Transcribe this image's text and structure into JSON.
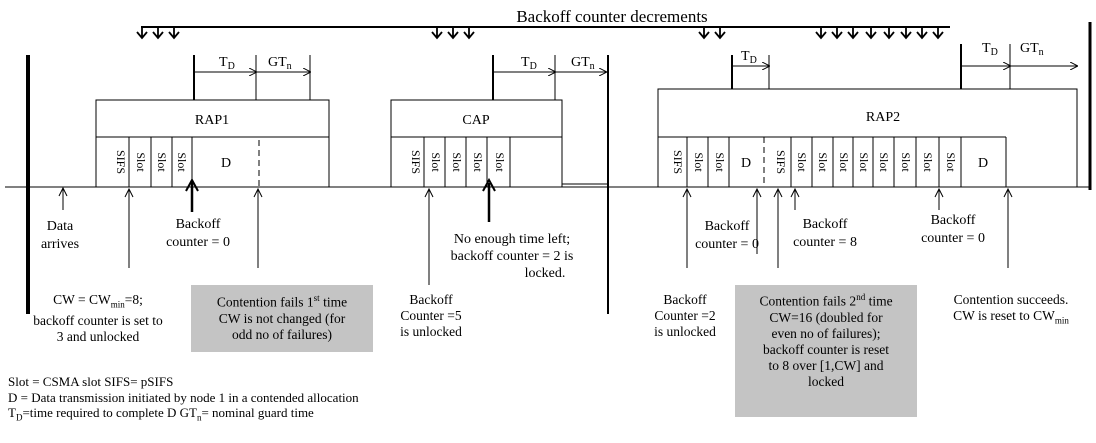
{
  "title": "Backoff counter decrements",
  "periods": {
    "rap1": "RAP1",
    "cap": "CAP",
    "rap2": "RAP2"
  },
  "slot_labels": {
    "sifs": "SIFS",
    "slot": "Slot",
    "data": "D"
  },
  "timing": {
    "td": "T",
    "td_sub": "D",
    "gt": "GT",
    "gt_sub": "n"
  },
  "events": {
    "data_arrives": [
      "Data",
      "arrives"
    ],
    "backoff_zero_1": [
      "Backoff",
      "counter = 0"
    ],
    "no_enough_time": [
      "No enough time left;",
      "backoff counter = 2 is",
      "locked."
    ],
    "backoff_zero_2": [
      "Backoff",
      "counter = 0"
    ],
    "backoff_eight": [
      "Backoff",
      "counter = 8"
    ],
    "backoff_zero_3": [
      "Backoff",
      "counter = 0"
    ]
  },
  "notes": {
    "cw_min": [
      "CW = CW",
      "min",
      "=8;",
      "backoff counter is set to",
      "3 and unlocked"
    ],
    "fail_1": [
      "Contention fails 1",
      "st",
      " time",
      "CW is not changed (for",
      "odd no of failures)"
    ],
    "backoff_5": [
      "Backoff",
      "Counter =5",
      "is unlocked"
    ],
    "backoff_2": [
      "Backoff",
      "Counter =2",
      "is unlocked"
    ],
    "fail_2": [
      "Contention fails 2",
      "nd",
      " time",
      "CW=16 (doubled for",
      "even no of failures);",
      "backoff counter is reset",
      "to 8 over [1,CW] and",
      "locked"
    ],
    "succeeds": [
      "Contention succeeds.",
      "CW is reset to CW",
      "min"
    ]
  },
  "legend": {
    "line1": "Slot = CSMA slot  SIFS= pSIFS",
    "line2": "D = Data transmission initiated by node 1 in a contended allocation",
    "line3a": "T",
    "line3b": "D",
    "line3c": "=time required to complete D GT",
    "line3d": "n",
    "line3e": "= nominal guard time"
  },
  "colors": {
    "ink": "#000000",
    "shade": "#c4c4c4"
  }
}
